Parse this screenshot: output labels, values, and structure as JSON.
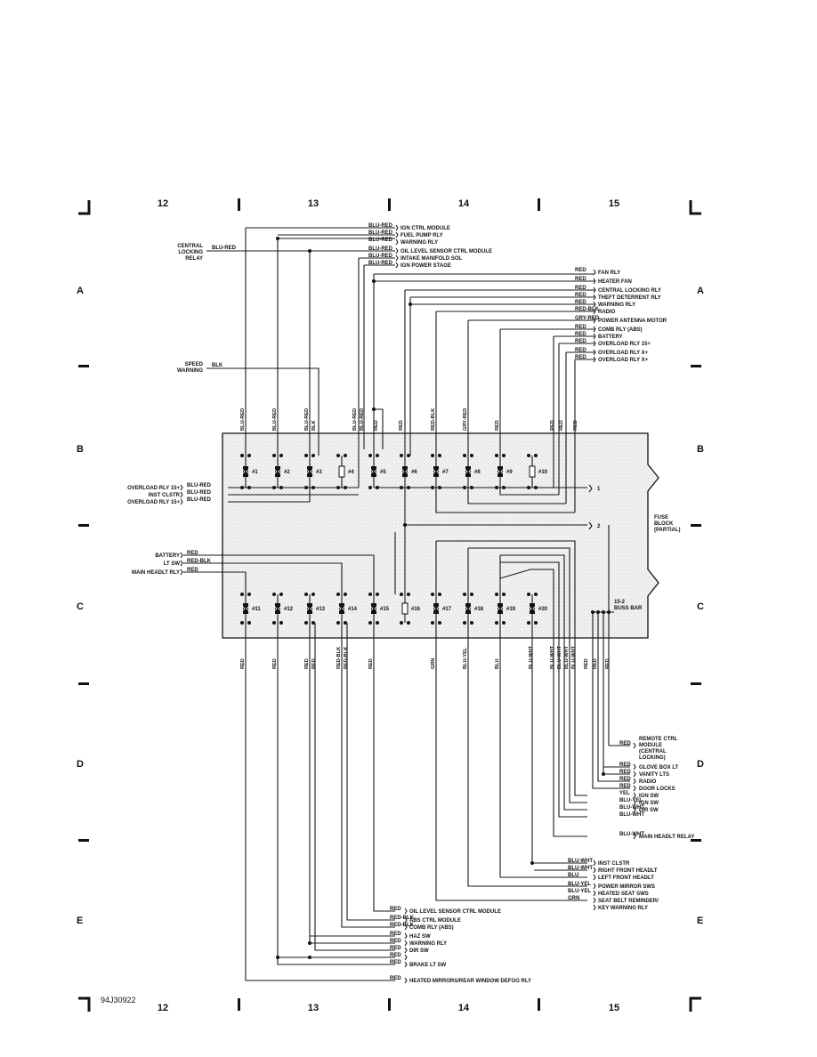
{
  "grid": {
    "columns": [
      "12",
      "13",
      "14",
      "15"
    ],
    "rows": [
      "A",
      "B",
      "C",
      "D",
      "E"
    ]
  },
  "figure_id": "94J30922",
  "fuse_block": {
    "label_lines": [
      "FUSE",
      "BLOCK",
      "(PARTIAL)"
    ],
    "buss_bar_lines": [
      "15-2",
      "BUSS BAR"
    ],
    "branch_1": "1",
    "branch_2": "2"
  },
  "fuses_top": [
    "#1",
    "#2",
    "#3",
    "#4",
    "#5",
    "#6",
    "#7",
    "#8",
    "#9",
    "#10"
  ],
  "fuses_bottom": [
    "#11",
    "#12",
    "#13",
    "#14",
    "#15",
    "#16",
    "#17",
    "#18",
    "#19",
    "#20"
  ],
  "top_right_components": [
    {
      "wire": "BLU-RED",
      "label": "IGN CTRL MODULE"
    },
    {
      "wire": "BLU-RED",
      "label": "FUEL PUMP RLY"
    },
    {
      "wire": "BLU-RED",
      "label": "WARNING RLY"
    },
    {
      "wire": "BLU-RED",
      "label": "OIL LEVEL SENSOR CTRL MODULE"
    },
    {
      "wire": "BLU-RED",
      "label": "INTAKE MANIFOLD SOL"
    },
    {
      "wire": "BLU-RED",
      "label": "IGN POWER STAGE"
    }
  ],
  "central_locking": {
    "label_lines": [
      "CENTRAL",
      "LOCKING",
      "RELAY"
    ],
    "wire": "BLU-RED"
  },
  "right_components_a": [
    {
      "wire": "RED",
      "label": "FAN RLY"
    },
    {
      "wire": "RED",
      "label": "HEATER FAN"
    },
    {
      "wire": "RED",
      "label": "CENTRAL LOCKING RLY"
    },
    {
      "wire": "RED",
      "label": "THEFT DETERRENT RLY"
    },
    {
      "wire": "RED",
      "label": "WARNING RLY"
    },
    {
      "wire": "RED-BLK",
      "label": "RADIO"
    },
    {
      "wire": "GRY-RED",
      "label": "POWER ANTENNA MOTOR"
    },
    {
      "wire": "RED",
      "label": "COMB RLY (ABS)"
    },
    {
      "wire": "RED",
      "label": "BATTERY"
    },
    {
      "wire": "RED",
      "label": "OVERLOAD RLY 15+"
    },
    {
      "wire": "RED",
      "label": "OVERLOAD RLY X+"
    },
    {
      "wire": "RED",
      "label": "OVERLOAD RLY X+"
    }
  ],
  "speed_warning": {
    "label_lines": [
      "SPEED",
      "WARNING"
    ],
    "wire": "BLK"
  },
  "top_vertical_wires": [
    "BLU-RED",
    "BLU-RED",
    "BLU-RED",
    "BLK",
    "BLU-RED",
    "BLU-RED",
    "RED",
    "RED",
    "RED-BLK",
    "GRY-RED",
    "RED",
    "RED",
    "RED",
    "RED"
  ],
  "left_b": [
    {
      "label": "OVERLOAD RLY 15+",
      "wire": "BLU-RED"
    },
    {
      "label": "INST CLSTR",
      "wire": "BLU-RED"
    },
    {
      "label": "OVERLOAD RLY 15+",
      "wire": "BLU-RED"
    }
  ],
  "left_c": [
    {
      "label": "BATTERY",
      "wire": "RED"
    },
    {
      "label": "LT SW",
      "wire": "RED-BLK"
    },
    {
      "label": "MAIN HEADLT RLY",
      "wire": "RED"
    }
  ],
  "bottom_vertical_wires": [
    "RED",
    "RED",
    "RED",
    "RED",
    "RED-BLK",
    "RED-BLK",
    "RED",
    "GRN",
    "BLU-YEL",
    "BLU",
    "BLU-WHT",
    "BLU-WHT",
    "BLU-WHT",
    "BLU-WHT",
    "BLU-WHT",
    "RED",
    "RED",
    "RED"
  ],
  "right_components_d": [
    {
      "wire": "RED",
      "label_lines": [
        "REMOTE CTRL",
        "MODULE",
        "(CENTRAL",
        "LOCKING)"
      ]
    },
    {
      "wire": "RED",
      "label_lines": [
        "GLOVE BOX LT"
      ]
    },
    {
      "wire": "RED",
      "label_lines": [
        "VANITY LTS"
      ]
    },
    {
      "wire": "RED",
      "label_lines": [
        "RADIO"
      ]
    },
    {
      "wire": "RED",
      "label_lines": [
        "DOOR LOCKS"
      ]
    },
    {
      "wire": "YEL",
      "label_lines": [
        "IGN SW"
      ]
    },
    {
      "wire": "BLU-YEL",
      "label_lines": [
        "IGN SW"
      ]
    },
    {
      "wire": "BLU-WHT",
      "label_lines": [
        "DIR SW"
      ]
    },
    {
      "wire": "BLU-WHT",
      "label_lines": [
        ""
      ]
    },
    {
      "wire": "BLU-WHT",
      "label_lines": [
        "MAIN HEADLT RELAY"
      ]
    }
  ],
  "right_components_e": [
    {
      "wire": "BLU-WHT",
      "label": "INST CLSTR"
    },
    {
      "wire": "BLU-WHT",
      "label": "RIGHT FRONT HEADLT"
    },
    {
      "wire": "BLU",
      "label": "LEFT FRONT HEADLT"
    },
    {
      "wire": "BLU-YEL",
      "label": "POWER MIRROR SWS"
    },
    {
      "wire": "BLU-YEL",
      "label": "HEATED SEAT SWS"
    },
    {
      "wire": "GRN",
      "label": "SEAT BELT REMINDER/"
    },
    {
      "wire": "",
      "label": "KEY WARNING RLY"
    }
  ],
  "bottom_components": [
    {
      "wire": "RED",
      "label": "OIL LEVEL SENSOR CTRL MODULE"
    },
    {
      "wire": "RED-BLK",
      "label": "ABS CTRL MODULE"
    },
    {
      "wire": "RED-BLK",
      "label": "COMB RLY (ABS)"
    },
    {
      "wire": "RED",
      "label": "HAZ SW"
    },
    {
      "wire": "RED",
      "label": "WARNING RLY"
    },
    {
      "wire": "RED",
      "label": "DIR SW"
    },
    {
      "wire": "RED",
      "label": ""
    },
    {
      "wire": "RED",
      "label": "BRAKE LT SW"
    },
    {
      "wire": "RED",
      "label": "HEATED MIRRORS/REAR WINDOW DEFOG RLY"
    }
  ]
}
